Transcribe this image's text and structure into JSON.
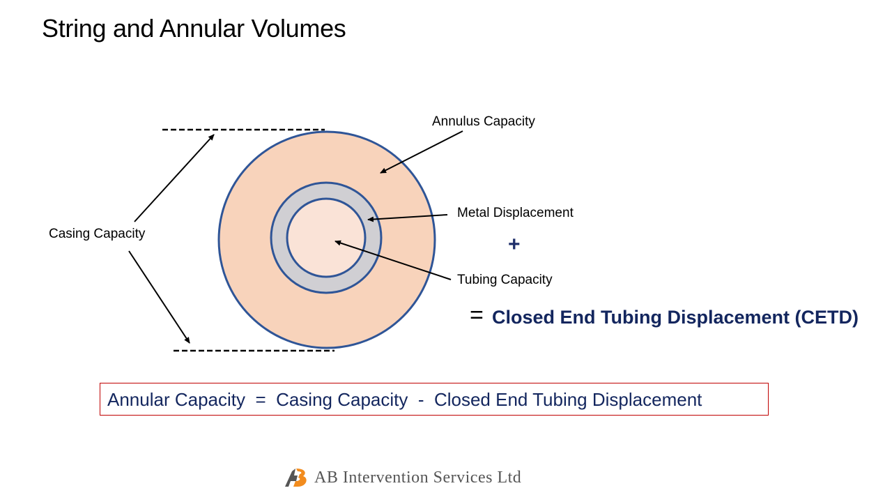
{
  "title": "String and Annular Volumes",
  "labels": {
    "annulus_capacity": "Annulus Capacity",
    "metal_displacement": "Metal Displacement",
    "tubing_capacity": "Tubing Capacity",
    "casing_capacity": "Casing Capacity",
    "plus": "+",
    "equals": "=",
    "cetd": "Closed End Tubing Displacement (CETD)"
  },
  "formula": "Annular Capacity  =  Casing Capacity  -  Closed End Tubing Displacement",
  "footer": {
    "company": "AB Intervention Services Ltd",
    "logo_icon": "ab-logo-icon"
  },
  "colors": {
    "annulus_fill": "#f8d3bb",
    "metal_fill": "#d0cfd3",
    "tubing_fill": "#fae3d7",
    "ring_stroke": "#2f5597",
    "text_navy": "#13265e",
    "box_border": "#c00000",
    "logo_orange": "#f28c1e"
  }
}
